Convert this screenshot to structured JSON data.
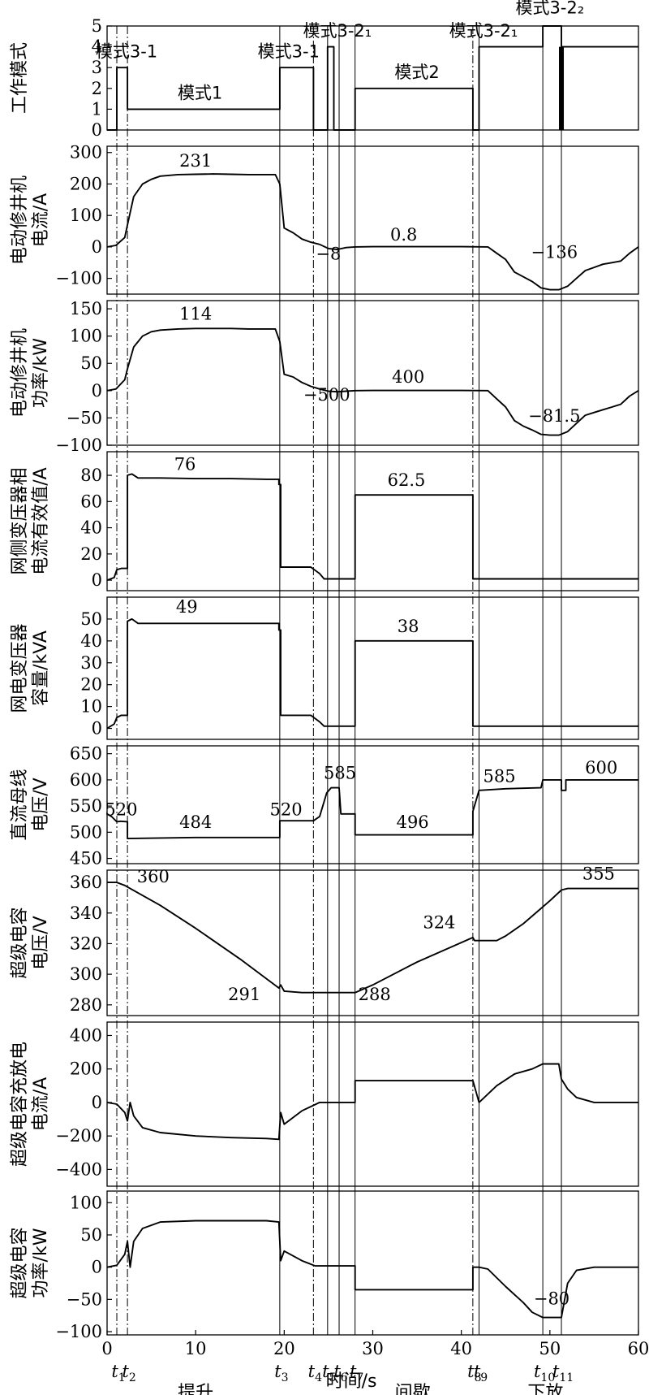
{
  "xaxis": {
    "label": "时间/s",
    "range": [
      0,
      60
    ],
    "ticks": [
      0,
      10,
      20,
      30,
      40,
      50,
      60
    ],
    "phases": [
      {
        "label": "提升",
        "x": 10
      },
      {
        "label": "间歇",
        "x": 34.5
      },
      {
        "label": "下放",
        "x": 49.5
      }
    ],
    "time_marks": [
      {
        "label": "t1",
        "x": 1.1,
        "dash": true
      },
      {
        "label": "t2",
        "x": 2.3,
        "dash": true
      },
      {
        "label": "t3",
        "x": 19.5,
        "dash": false
      },
      {
        "label": "t4",
        "x": 23.3,
        "dash": true
      },
      {
        "label": "t5",
        "x": 24.9,
        "dash": false
      },
      {
        "label": "t6",
        "x": 26.2,
        "dash": false
      },
      {
        "label": "t7",
        "x": 28.0,
        "dash": false
      },
      {
        "label": "t8",
        "x": 41.3,
        "dash": true
      },
      {
        "label": "t9",
        "x": 42.0,
        "dash": false
      },
      {
        "label": "t10",
        "x": 49.2,
        "dash": false
      },
      {
        "label": "t11",
        "x": 51.3,
        "dash": false
      }
    ]
  },
  "chart_data": [
    {
      "type": "line",
      "ylabel": "工作模式",
      "ylim": [
        0,
        5
      ],
      "yticks": [
        0,
        1,
        2,
        3,
        4,
        5
      ],
      "series": [
        {
          "x": [
            0,
            1.1,
            1.1,
            2.3,
            2.3,
            19.5,
            19.5,
            23.3,
            23.3,
            24.9,
            24.9,
            25.6,
            25.6,
            28,
            28,
            41.3,
            41.3,
            42,
            42,
            49.2,
            49.2,
            51.3,
            51.3,
            60
          ],
          "y": [
            0,
            0,
            3,
            3,
            1,
            1,
            3,
            3,
            0,
            0,
            4,
            4,
            0,
            0,
            2,
            2,
            0,
            0,
            4,
            4,
            5,
            5,
            4,
            4
          ]
        }
      ],
      "extra_segments": [
        {
          "x": [
            51.3,
            51.3
          ],
          "y": [
            0,
            4
          ]
        }
      ],
      "annotations": [
        {
          "text": "模式3-1",
          "x": 2.2,
          "y": 3.5
        },
        {
          "text": "模式1",
          "x": 10.5,
          "y": 1.5
        },
        {
          "text": "模式3-1",
          "x": 20.5,
          "y": 3.5
        },
        {
          "text": "模式3-2₁",
          "x": 26.0,
          "y": 4.5
        },
        {
          "text": "模式2",
          "x": 35.0,
          "y": 2.5
        },
        {
          "text": "模式3-2₁",
          "x": 42.5,
          "y": 4.5
        },
        {
          "text": "模式3-2₂",
          "x": 50.0,
          "y": 5.6
        }
      ]
    },
    {
      "type": "line",
      "ylabel": "电动修井机 电流/A",
      "ylim": [
        -150,
        320
      ],
      "yticks": [
        -100,
        0,
        100,
        200,
        300
      ],
      "series": [
        {
          "x": [
            0,
            1,
            2,
            2.3,
            3,
            4,
            5,
            6,
            8,
            10,
            12,
            14,
            16,
            18,
            19,
            19.5,
            20,
            21,
            22,
            23,
            24,
            25,
            26,
            27,
            28,
            30,
            35,
            40,
            43,
            44,
            45,
            46,
            47,
            48,
            49,
            50,
            51,
            52,
            53,
            54,
            55,
            56,
            57,
            58,
            59,
            60
          ],
          "y": [
            0,
            5,
            30,
            70,
            160,
            200,
            215,
            225,
            230,
            231,
            232,
            231,
            230,
            230,
            230,
            200,
            60,
            45,
            25,
            15,
            8,
            -5,
            -8,
            -2,
            0,
            0.8,
            0.8,
            0.8,
            0,
            -20,
            -40,
            -80,
            -95,
            -110,
            -130,
            -136,
            -136,
            -125,
            -100,
            -75,
            -65,
            -55,
            -50,
            -45,
            -20,
            0
          ]
        }
      ],
      "annotations": [
        {
          "text": "231",
          "x": 10,
          "y": 256
        },
        {
          "text": "0.8",
          "x": 33.5,
          "y": 20
        },
        {
          "text": "-8",
          "x": 25.0,
          "y": -40
        },
        {
          "text": "-136",
          "x": 50.5,
          "y": -35
        }
      ]
    },
    {
      "type": "line",
      "ylabel": "电动修井机 功率/kW",
      "ylim": [
        -100,
        165
      ],
      "yticks": [
        -100,
        -50,
        0,
        50,
        100,
        150
      ],
      "series": [
        {
          "x": [
            0,
            1,
            2,
            2.3,
            3,
            4,
            5,
            6,
            8,
            10,
            12,
            14,
            16,
            18,
            19,
            19.5,
            20,
            21,
            22,
            23,
            24,
            25,
            26,
            27,
            28,
            30,
            35,
            40,
            43,
            44,
            45,
            46,
            47,
            48,
            49,
            50,
            51,
            52,
            53,
            54,
            55,
            56,
            57,
            58,
            59,
            60
          ],
          "y": [
            0,
            3,
            20,
            40,
            80,
            100,
            108,
            111,
            113,
            114,
            114,
            114,
            113,
            113,
            113,
            90,
            30,
            25,
            15,
            8,
            3,
            -1,
            -2,
            -1,
            0,
            0.4,
            0.4,
            0.4,
            0,
            -15,
            -30,
            -55,
            -65,
            -72,
            -80,
            -81.5,
            -81.5,
            -75,
            -60,
            -45,
            -40,
            -35,
            -30,
            -25,
            -10,
            0
          ]
        }
      ],
      "annotations": [
        {
          "text": "114",
          "x": 10,
          "y": 130
        },
        {
          "text": "400",
          "x": 34,
          "y": 15
        },
        {
          "text": "-500",
          "x": 24.8,
          "y": -18
        },
        {
          "text": "-81.5",
          "x": 50.5,
          "y": -57
        }
      ]
    },
    {
      "type": "line",
      "ylabel": "网侧变压器相 电流有效值/A",
      "ylim": [
        -8,
        98
      ],
      "yticks": [
        0,
        20,
        40,
        60,
        80
      ],
      "series": [
        {
          "x": [
            0,
            0.8,
            1.1,
            1.6,
            2.3,
            2.3,
            2.8,
            3.5,
            6,
            10,
            14,
            18,
            19.4,
            19.4,
            19.6,
            19.6,
            23,
            24,
            24.5,
            28,
            28,
            41.3,
            41.3,
            60
          ],
          "y": [
            0,
            2,
            8,
            9,
            9,
            80,
            81,
            78,
            78,
            77.5,
            77.5,
            77,
            77,
            73,
            73,
            10,
            10,
            5,
            1,
            1,
            65,
            65,
            1,
            1
          ]
        }
      ],
      "annotations": [
        {
          "text": "76",
          "x": 8.8,
          "y": 84
        },
        {
          "text": "62.5",
          "x": 33.8,
          "y": 72
        }
      ]
    },
    {
      "type": "line",
      "ylabel": "网电变压器 容量/kVA",
      "ylim": [
        -5,
        60
      ],
      "yticks": [
        0,
        10,
        20,
        30,
        40,
        50
      ],
      "series": [
        {
          "x": [
            0,
            0.8,
            1.1,
            1.6,
            2.3,
            2.3,
            2.8,
            3.5,
            6,
            10,
            14,
            18,
            19.4,
            19.4,
            19.6,
            19.6,
            23,
            24,
            24.5,
            28,
            28,
            41.3,
            41.3,
            60
          ],
          "y": [
            0,
            2,
            5,
            6,
            6,
            49,
            50,
            48,
            48,
            48,
            48,
            48,
            48,
            45,
            45,
            6,
            6,
            3,
            1,
            1,
            40,
            40,
            1,
            1
          ]
        }
      ],
      "annotations": [
        {
          "text": "49",
          "x": 9,
          "y": 53
        },
        {
          "text": "38",
          "x": 34,
          "y": 44
        }
      ]
    },
    {
      "type": "line",
      "ylabel": "直流母线 电压/V",
      "ylim": [
        440,
        665
      ],
      "yticks": [
        450,
        500,
        550,
        600,
        650
      ],
      "series": [
        {
          "x": [
            0,
            0.5,
            1.1,
            1.5,
            2.3,
            2.3,
            10,
            19.5,
            19.5,
            23.3,
            24,
            24.8,
            25.3,
            26.2,
            26.4,
            28,
            28,
            41.3,
            41.3,
            42,
            45,
            49,
            49.2,
            51.3,
            51.3,
            51.8,
            51.8,
            60
          ],
          "y": [
            535,
            530,
            520,
            521,
            520,
            488,
            490,
            490,
            522,
            522,
            530,
            575,
            585,
            585,
            535,
            535,
            495,
            495,
            540,
            580,
            583,
            585,
            600,
            600,
            580,
            580,
            600,
            600
          ]
        }
      ],
      "annotations": [
        {
          "text": "520",
          "x": 1.6,
          "y": 532
        },
        {
          "text": "484",
          "x": 10,
          "y": 508
        },
        {
          "text": "520",
          "x": 20.2,
          "y": 532
        },
        {
          "text": "585",
          "x": 26.3,
          "y": 602
        },
        {
          "text": "496",
          "x": 34.5,
          "y": 508
        },
        {
          "text": "585",
          "x": 44.3,
          "y": 596
        },
        {
          "text": "600",
          "x": 55.8,
          "y": 612
        }
      ]
    },
    {
      "type": "line",
      "ylabel": "超级电容 电压/V",
      "ylim": [
        273,
        368
      ],
      "yticks": [
        280,
        300,
        320,
        340,
        360
      ],
      "series": [
        {
          "x": [
            0,
            1.1,
            2,
            2.3,
            6,
            10,
            15,
            19.4,
            19.6,
            20,
            22,
            24,
            28,
            30,
            35,
            41.3,
            41.5,
            44,
            45,
            47,
            49,
            50,
            51.3,
            52,
            60
          ],
          "y": [
            360,
            360,
            358,
            357,
            345,
            330,
            310,
            291,
            293,
            289,
            288,
            288,
            288,
            293,
            308,
            324,
            322,
            322,
            325,
            333,
            343,
            348,
            355,
            356,
            356
          ]
        }
      ],
      "annotations": [
        {
          "text": "360",
          "x": 5.2,
          "y": 360
        },
        {
          "text": "291",
          "x": 15.5,
          "y": 283
        },
        {
          "text": "288",
          "x": 30.2,
          "y": 283
        },
        {
          "text": "324",
          "x": 37.5,
          "y": 330
        },
        {
          "text": "355",
          "x": 55.5,
          "y": 362
        }
      ]
    },
    {
      "type": "line",
      "ylabel": "超级电容充放电 电流/A",
      "ylim": [
        -500,
        480
      ],
      "yticks": [
        -400,
        -200,
        0,
        200,
        400
      ],
      "series": [
        {
          "x": [
            0,
            1.1,
            2,
            2.3,
            2.6,
            3,
            4,
            6,
            10,
            14,
            18,
            19.4,
            19.6,
            20,
            22,
            24,
            28,
            28,
            41.3,
            42,
            44,
            46,
            48,
            49.2,
            51,
            51.3,
            52,
            53,
            55,
            60
          ],
          "y": [
            0,
            -10,
            -60,
            -110,
            0,
            -80,
            -150,
            -180,
            -200,
            -210,
            -215,
            -220,
            -60,
            -130,
            -50,
            0,
            0,
            130,
            130,
            0,
            100,
            170,
            200,
            230,
            230,
            140,
            80,
            30,
            0,
            0
          ]
        }
      ],
      "annotations": []
    },
    {
      "type": "line",
      "ylabel": "超级电容 功率/kW",
      "ylim": [
        -105,
        118
      ],
      "yticks": [
        -100,
        -50,
        0,
        50,
        100
      ],
      "series": [
        {
          "x": [
            0,
            1.1,
            2,
            2.3,
            2.6,
            3,
            4,
            6,
            10,
            14,
            18,
            19.4,
            19.6,
            20,
            22,
            23.5,
            28,
            28,
            41.3,
            41.3,
            42,
            43,
            45,
            47,
            48,
            49.2,
            51.3,
            52,
            53,
            55,
            60
          ],
          "y": [
            0,
            3,
            20,
            40,
            0,
            40,
            60,
            70,
            72,
            72,
            72,
            70,
            10,
            25,
            10,
            2,
            2,
            -35,
            -35,
            0,
            0,
            -3,
            -30,
            -55,
            -70,
            -78,
            -78,
            -25,
            -5,
            0,
            0
          ]
        }
      ],
      "annotations": [
        {
          "text": "-80",
          "x": 50.2,
          "y": -58
        }
      ]
    }
  ]
}
